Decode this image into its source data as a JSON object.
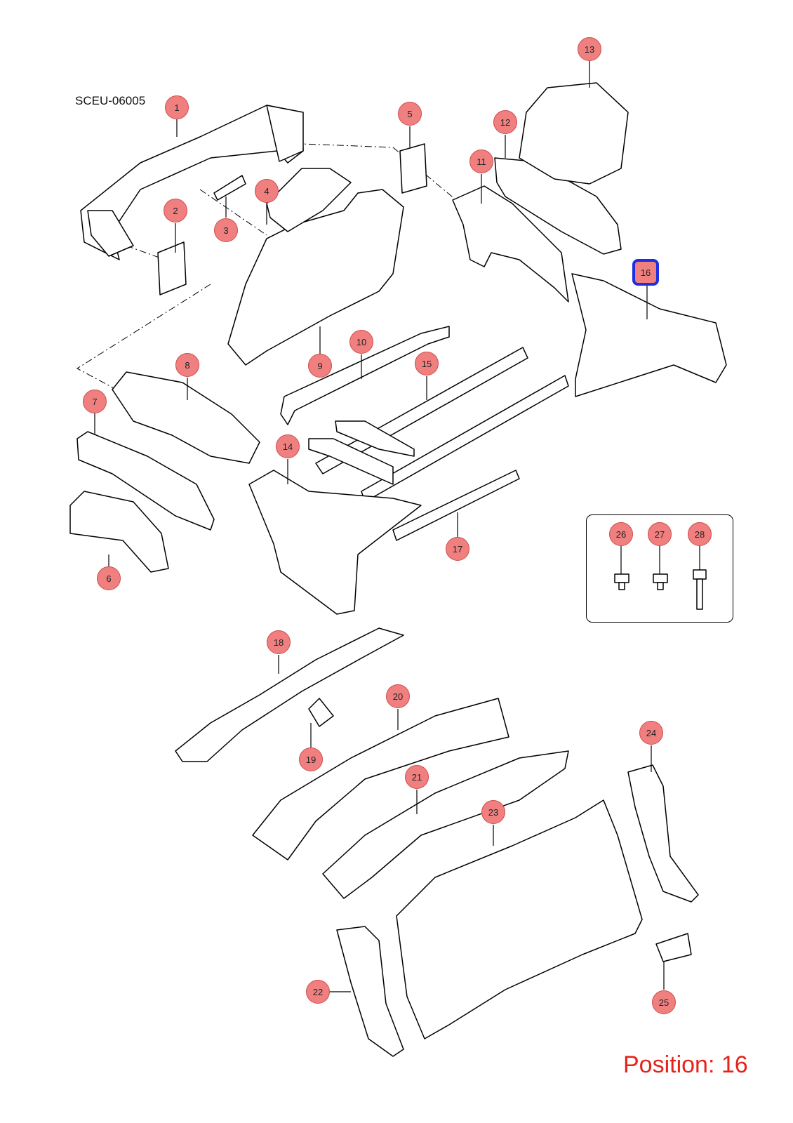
{
  "diagram_code": "SCEU-06005",
  "position_label": "Position: 16",
  "selected_position": "16",
  "colors": {
    "callout_fill": "#f08080",
    "selected_outline": "#1f2ee0",
    "position_text": "#e8221b"
  },
  "callouts": [
    "1",
    "2",
    "3",
    "4",
    "5",
    "6",
    "7",
    "8",
    "9",
    "10",
    "11",
    "12",
    "13",
    "14",
    "15",
    "16",
    "17",
    "18",
    "19",
    "20",
    "21",
    "22",
    "23",
    "24",
    "25",
    "26",
    "27",
    "28"
  ]
}
